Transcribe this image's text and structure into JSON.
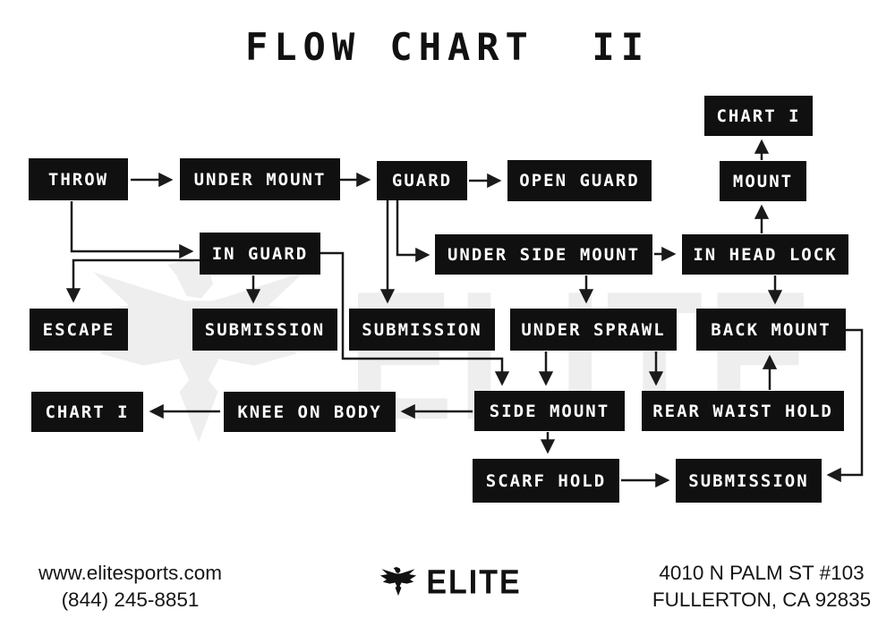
{
  "title": "FLOW CHART  II",
  "watermark": {
    "text": "ELITE",
    "icon": "elite-eagle-icon",
    "color": "#eeeeee"
  },
  "colors": {
    "box_bg": "#101010",
    "box_text": "#ffffff",
    "arrow": "#1a1a1a",
    "page_bg": "#ffffff"
  },
  "nodes": [
    {
      "id": "chart-i-top",
      "label": "CHART I"
    },
    {
      "id": "throw",
      "label": "THROW"
    },
    {
      "id": "under-mount",
      "label": "UNDER MOUNT"
    },
    {
      "id": "guard",
      "label": "GUARD"
    },
    {
      "id": "open-guard",
      "label": "OPEN GUARD"
    },
    {
      "id": "mount",
      "label": "MOUNT"
    },
    {
      "id": "in-guard",
      "label": "IN GUARD"
    },
    {
      "id": "under-side-mount",
      "label": "UNDER SIDE MOUNT"
    },
    {
      "id": "in-head-lock",
      "label": "IN HEAD LOCK"
    },
    {
      "id": "escape",
      "label": "ESCAPE"
    },
    {
      "id": "submission-left",
      "label": "SUBMISSION"
    },
    {
      "id": "submission-middle",
      "label": "SUBMISSION"
    },
    {
      "id": "under-sprawl",
      "label": "UNDER SPRAWL"
    },
    {
      "id": "back-mount",
      "label": "BACK MOUNT"
    },
    {
      "id": "chart-i-bottom",
      "label": "CHART I"
    },
    {
      "id": "knee-on-body",
      "label": "KNEE ON BODY"
    },
    {
      "id": "side-mount",
      "label": "SIDE MOUNT"
    },
    {
      "id": "rear-waist-hold",
      "label": "REAR WAIST HOLD"
    },
    {
      "id": "scarf-hold",
      "label": "SCARF HOLD"
    },
    {
      "id": "submission-bottom",
      "label": "SUBMISSION"
    }
  ],
  "edges": [
    {
      "from": "throw",
      "to": "under-mount"
    },
    {
      "from": "under-mount",
      "to": "guard"
    },
    {
      "from": "guard",
      "to": "open-guard"
    },
    {
      "from": "throw",
      "to": "in-guard"
    },
    {
      "from": "in-guard",
      "to": "escape"
    },
    {
      "from": "in-guard",
      "to": "submission-left"
    },
    {
      "from": "guard",
      "to": "submission-middle"
    },
    {
      "from": "guard",
      "to": "under-side-mount"
    },
    {
      "from": "under-side-mount",
      "to": "in-head-lock"
    },
    {
      "from": "under-side-mount",
      "to": "under-sprawl"
    },
    {
      "from": "in-head-lock",
      "to": "mount"
    },
    {
      "from": "mount",
      "to": "chart-i-top"
    },
    {
      "from": "in-head-lock",
      "to": "back-mount"
    },
    {
      "from": "under-sprawl",
      "to": "side-mount"
    },
    {
      "from": "under-sprawl",
      "to": "rear-waist-hold"
    },
    {
      "from": "rear-waist-hold",
      "to": "back-mount"
    },
    {
      "from": "in-guard",
      "to": "side-mount"
    },
    {
      "from": "side-mount",
      "to": "knee-on-body"
    },
    {
      "from": "knee-on-body",
      "to": "chart-i-bottom"
    },
    {
      "from": "side-mount",
      "to": "scarf-hold"
    },
    {
      "from": "scarf-hold",
      "to": "submission-bottom"
    },
    {
      "from": "back-mount",
      "to": "submission-bottom"
    }
  ],
  "footer": {
    "left": {
      "line1": "www.elitesports.com",
      "line2": "(844) 245-8851"
    },
    "center": {
      "brand": "ELITE"
    },
    "right": {
      "line1": "4010 N PALM ST #103",
      "line2": "FULLERTON, CA 92835"
    }
  }
}
